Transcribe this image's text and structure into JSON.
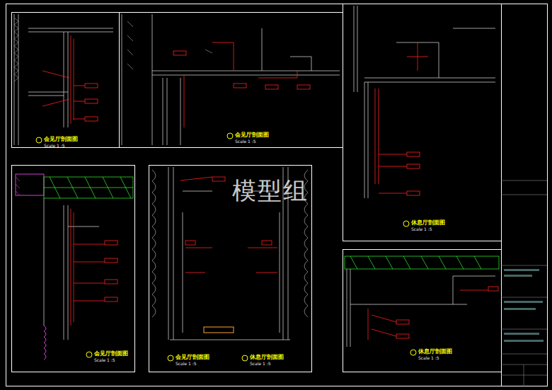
{
  "diagram": {
    "labels": [
      "会见厅剖面图",
      "Scale 1 :5",
      "会见厅剖面图",
      "Scale 1 :5",
      "休息厅剖面图",
      "Scale 1 :5",
      "会见厅剖面图",
      "Scale 1 :5",
      "会见厅剖面图",
      "Scale 1 :5",
      "休息厅剖面图",
      "Scale 1 :5",
      "休息厅剖面图",
      "Scale 1 :5",
      "模型组"
    ]
  }
}
